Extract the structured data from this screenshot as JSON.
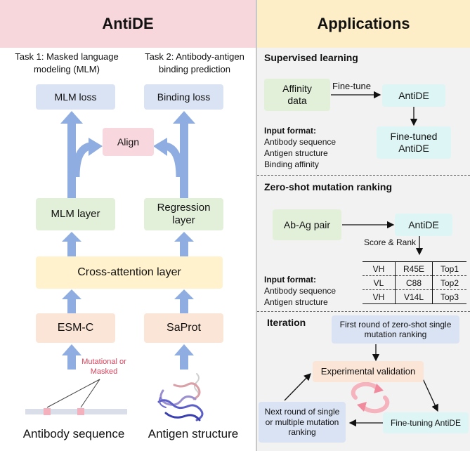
{
  "left": {
    "title": "AntiDE",
    "task1": "Task 1: Masked language modeling (MLM)",
    "task2": "Task 2: Antibody-antigen binding prediction",
    "mlm_loss": "MLM loss",
    "binding_loss": "Binding loss",
    "align": "Align",
    "mlm_layer": "MLM layer",
    "regression_layer": "Regression layer",
    "cross_attention": "Cross-attention layer",
    "esm": "ESM-C",
    "saprot": "SaProt",
    "mutational_label": "Mutational or Masked",
    "antibody_sequence": "Antibody sequence",
    "antigen_structure": "Antigen structure"
  },
  "right": {
    "title": "Applications",
    "supervised": {
      "heading": "Supervised learning",
      "affinity_data": "Affinity data",
      "fine_tune_label": "Fine-tune",
      "antide": "AntiDE",
      "fine_tuned": "Fine-tuned AntiDE",
      "input_format_label": "Input format:",
      "inputs": [
        "Antibody sequence",
        "Antigen structure",
        "Binding affinity"
      ]
    },
    "zero_shot": {
      "heading": "Zero-shot mutation ranking",
      "pair": "Ab-Ag pair",
      "antide": "AntiDE",
      "score_rank": "Score & Rank",
      "input_format_label": "Input format:",
      "inputs": [
        "Antibody sequence",
        "Antigen structure"
      ],
      "table": [
        [
          "VH",
          "R45E",
          "Top1"
        ],
        [
          "VL",
          "C88",
          "Top2"
        ],
        [
          "VH",
          "V14L",
          "Top3"
        ]
      ]
    },
    "iteration": {
      "heading": "Iteration",
      "first_round": "First round of zero-shot single mutation ranking",
      "experimental": "Experimental validation",
      "fine_tuning": "Fine-tuning AntiDE",
      "next_round": "Next round of single or multiple mutation ranking"
    }
  },
  "colors": {
    "left_header": "#f7d6dc",
    "right_header": "#fdeec8",
    "arrow_blue": "#8fade0",
    "accent_red": "#d9435c"
  }
}
